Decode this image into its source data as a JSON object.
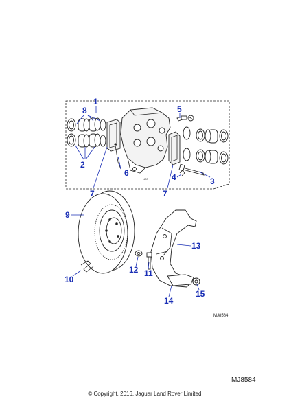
{
  "callouts": {
    "c1": "1",
    "c2": "2",
    "c3": "3",
    "c4": "4",
    "c5": "5",
    "c6": "6",
    "c7a": "7",
    "c7b": "7",
    "c8": "8",
    "c9": "9",
    "c10": "10",
    "c11": "11",
    "c12": "12",
    "c13": "13",
    "c14": "14",
    "c15": "15"
  },
  "caliper_ref": "NSS",
  "diagram_ref": "MJ8584",
  "footer_ref": "MJ8584",
  "copyright": "© Copyright, 2016. Jaguar Land Rover Limited.",
  "colors": {
    "callout": "#1a2fb5",
    "line": "#222222"
  }
}
